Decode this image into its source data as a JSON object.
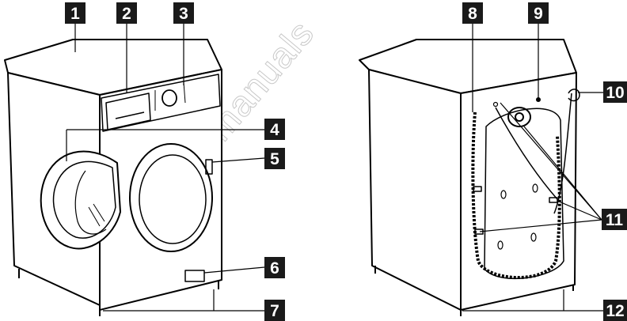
{
  "watermark": "www.devicemanuals",
  "callouts": {
    "c1": "1",
    "c2": "2",
    "c3": "3",
    "c4": "4",
    "c5": "5",
    "c6": "6",
    "c7": "7",
    "c8": "8",
    "c9": "9",
    "c10": "10",
    "c11": "11",
    "c12": "12"
  },
  "colors": {
    "line": "#000000",
    "label_bg": "#1a1a1a",
    "label_text": "#ffffff",
    "watermark": "#c8c8c8"
  }
}
